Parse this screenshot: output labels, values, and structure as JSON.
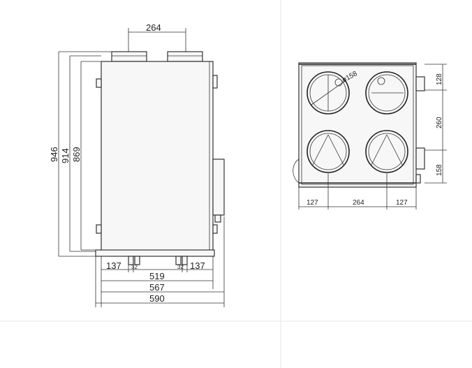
{
  "side_view": {
    "top_spacing": "264",
    "height_total": "946",
    "height_mid": "914",
    "height_body": "869",
    "left_offset": "137",
    "left_leg": "32",
    "right_leg": "32",
    "right_offset": "137",
    "width_a": "519",
    "width_b": "567",
    "width_c": "590"
  },
  "top_view": {
    "diameter": "ø158",
    "right_top": "128",
    "right_mid": "260",
    "right_bottom": "158",
    "bottom_left": "127",
    "bottom_mid": "264",
    "bottom_right": "127"
  }
}
